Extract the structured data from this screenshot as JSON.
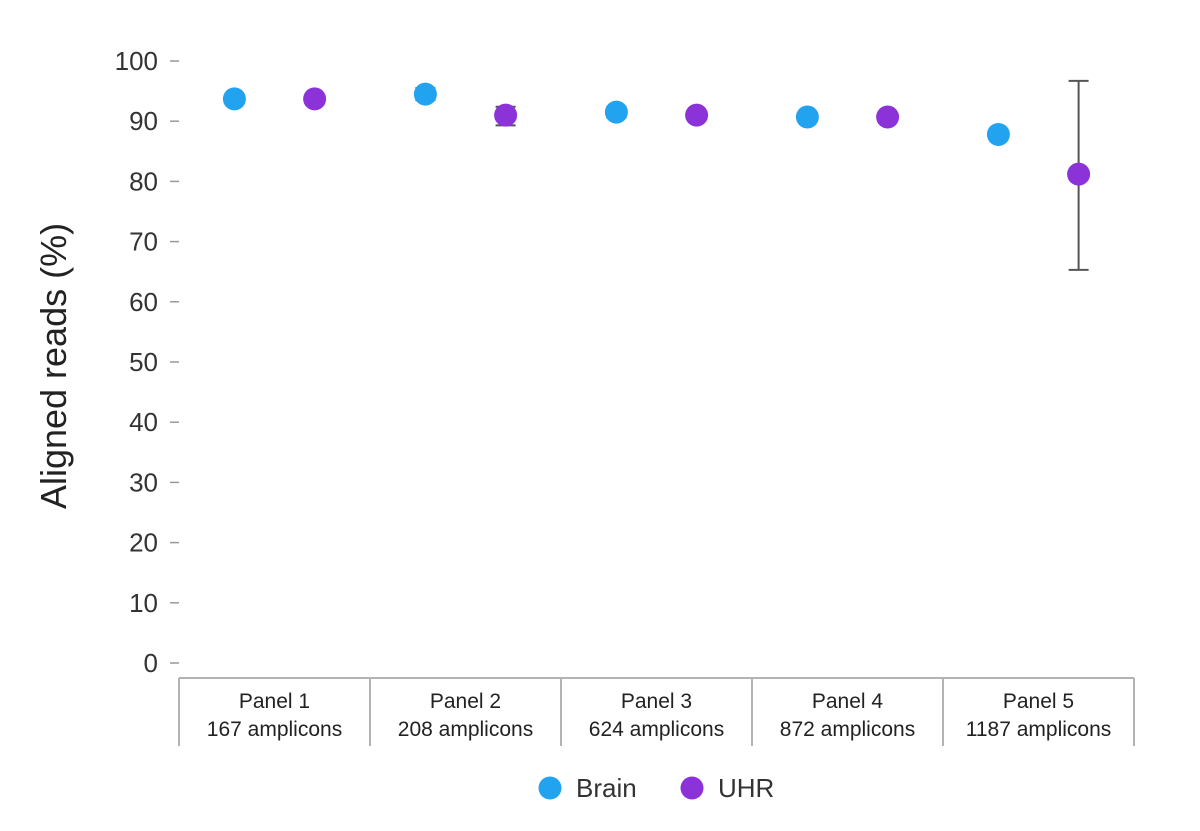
{
  "chart_data": {
    "type": "scatter",
    "ylabel": "Aligned reads (%)",
    "xlabel": "",
    "ylim": [
      0,
      100
    ],
    "yticks": [
      0,
      10,
      20,
      30,
      40,
      50,
      60,
      70,
      80,
      90,
      100
    ],
    "categories": [
      {
        "name": "Panel 1",
        "sub": "167 amplicons"
      },
      {
        "name": "Panel 2",
        "sub": "208 amplicons"
      },
      {
        "name": "Panel 3",
        "sub": "624 amplicons"
      },
      {
        "name": "Panel 4",
        "sub": "872 amplicons"
      },
      {
        "name": "Panel 5",
        "sub": "1187 amplicons"
      }
    ],
    "series": [
      {
        "name": "Brain",
        "color": "#22a3f0",
        "values": [
          93.7,
          94.5,
          91.5,
          90.7,
          87.8
        ],
        "err_low": [
          93.2,
          93.5,
          90.6,
          90.3,
          87.1
        ],
        "err_high": [
          94.2,
          95.5,
          92.4,
          91.1,
          88.5
        ]
      },
      {
        "name": "UHR",
        "color": "#8b33d9",
        "values": [
          93.7,
          91.0,
          91.0,
          90.7,
          81.2
        ],
        "err_low": [
          93.3,
          89.3,
          90.6,
          90.3,
          65.3
        ],
        "err_high": [
          94.1,
          92.4,
          91.4,
          91.1,
          96.7
        ]
      }
    ],
    "error_bar_color": "#555555",
    "legend_position": "bottom-center",
    "grid": false
  }
}
